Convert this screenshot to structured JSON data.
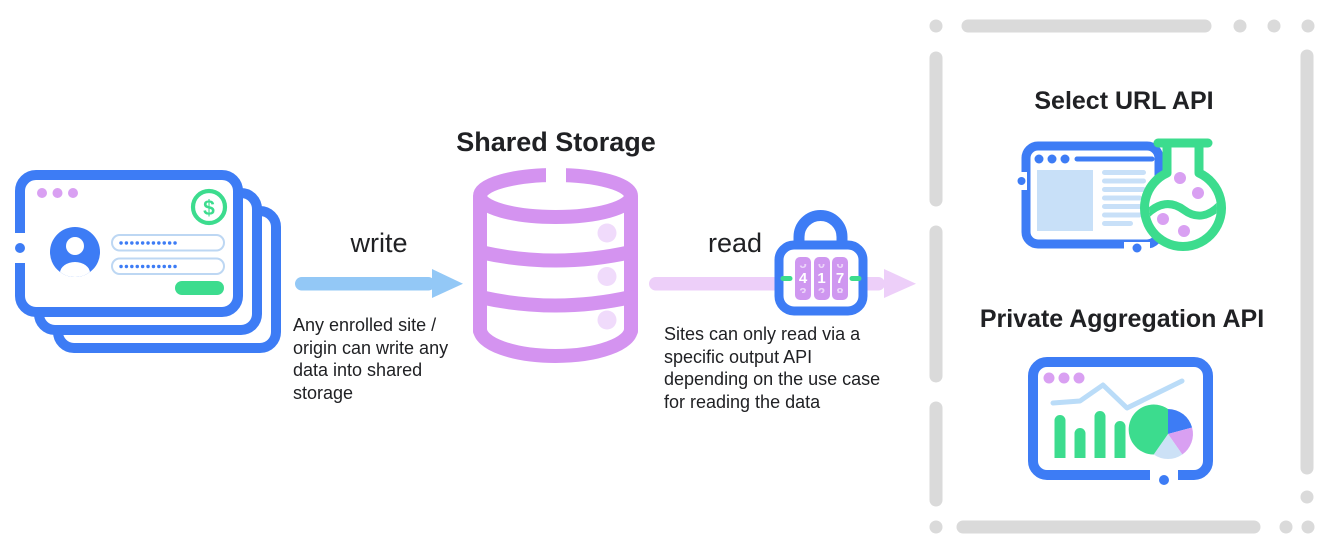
{
  "diagram": {
    "storage": {
      "title": "Shared Storage"
    },
    "flows": {
      "write": {
        "label": "write",
        "description": "Any enrolled site / origin can write any data into shared storage",
        "description_lines": [
          "Any enrolled site /",
          "origin can write any",
          "data into shared",
          "storage"
        ]
      },
      "read": {
        "label": "read",
        "description": "Sites can only read via a specific output API depending on the use case for reading the data",
        "description_lines": [
          "Sites can only read via a",
          "specific output API",
          "depending on the use case",
          "for reading the data"
        ]
      }
    },
    "apis": {
      "select_url": {
        "title": "Select URL API"
      },
      "private_aggregation": {
        "title": "Private Aggregation API"
      }
    },
    "card_window": {
      "currency_symbol": "$",
      "masked_input_fields": [
        {
          "masked_dots": 11
        },
        {
          "masked_dots": 11
        }
      ]
    },
    "lock": {
      "dials": [
        {
          "above": "5",
          "digit": "4",
          "below": "3"
        },
        {
          "above": "0",
          "digit": "1",
          "below": "2"
        },
        {
          "above": "6",
          "digit": "7",
          "below": "8"
        }
      ]
    },
    "icons": {
      "browser_stack": "stacked-browser-windows-icon",
      "avatar": "user-avatar-icon",
      "dollar": "dollar-coin-icon",
      "database": "database-cylinder-icon",
      "lock": "combination-padlock-icon",
      "flask": "experiment-flask-icon",
      "browser_window": "browser-window-icon",
      "dashboard": "analytics-dashboard-icon"
    },
    "colors": {
      "blue": "#3d7cf5",
      "purple": "#d493f0",
      "purple_light": "#f0dbfb",
      "green": "#3cdc8e",
      "write_arrow": "#93c8f6",
      "read_arrow": "#edcff9",
      "content_blue": "#c8e0f8",
      "dash_gray": "#dadada",
      "text": "#202124"
    }
  }
}
